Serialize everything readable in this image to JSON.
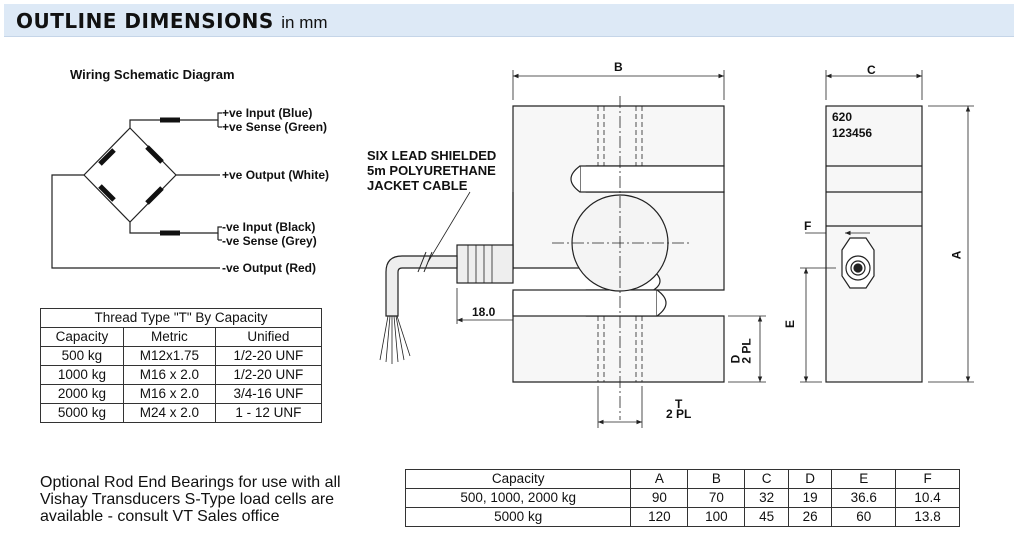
{
  "header": {
    "title": "OUTLINE DIMENSIONS",
    "unit": "in mm"
  },
  "wiring": {
    "title": "Wiring Schematic Diagram",
    "leads": [
      "+ve Input (Blue)",
      "+ve Sense (Green)",
      "+ve Output (White)",
      "-ve Input (Black)",
      "-ve Sense (Grey)",
      "-ve Output (Red)"
    ]
  },
  "cable_label": [
    "SIX LEAD SHIELDED",
    "5m POLYURETHANE",
    "JACKET CABLE"
  ],
  "drawing": {
    "dim_b": "B",
    "dim_c": "C",
    "dim_a": "A",
    "dim_d": "D",
    "dim_d_pl": "2 PL",
    "dim_e": "E",
    "dim_f": "F",
    "dim_t": "T",
    "dim_t_pl": "2 PL",
    "dim_18": "18.0",
    "plate_line1": "620",
    "plate_line2": "123456"
  },
  "thread_table": {
    "caption": "Thread Type \"T\" By Capacity",
    "headers": [
      "Capacity",
      "Metric",
      "Unified"
    ],
    "rows": [
      [
        "500 kg",
        "M12x1.75",
        "1/2-20 UNF"
      ],
      [
        "1000 kg",
        "M16 x 2.0",
        "1/2-20 UNF"
      ],
      [
        "2000 kg",
        "M16 x 2.0",
        "3/4-16 UNF"
      ],
      [
        "5000 kg",
        "M24 x 2.0",
        "1 - 12 UNF"
      ]
    ]
  },
  "note": "Optional Rod End Bearings for use with all Vishay Transducers S-Type load cells are available - consult VT Sales office",
  "dims_table": {
    "headers": [
      "Capacity",
      "A",
      "B",
      "C",
      "D",
      "E",
      "F"
    ],
    "rows": [
      [
        "500, 1000, 2000 kg",
        "90",
        "70",
        "32",
        "19",
        "36.6",
        "10.4"
      ],
      [
        "5000 kg",
        "120",
        "100",
        "45",
        "26",
        "60",
        "13.8"
      ]
    ]
  }
}
